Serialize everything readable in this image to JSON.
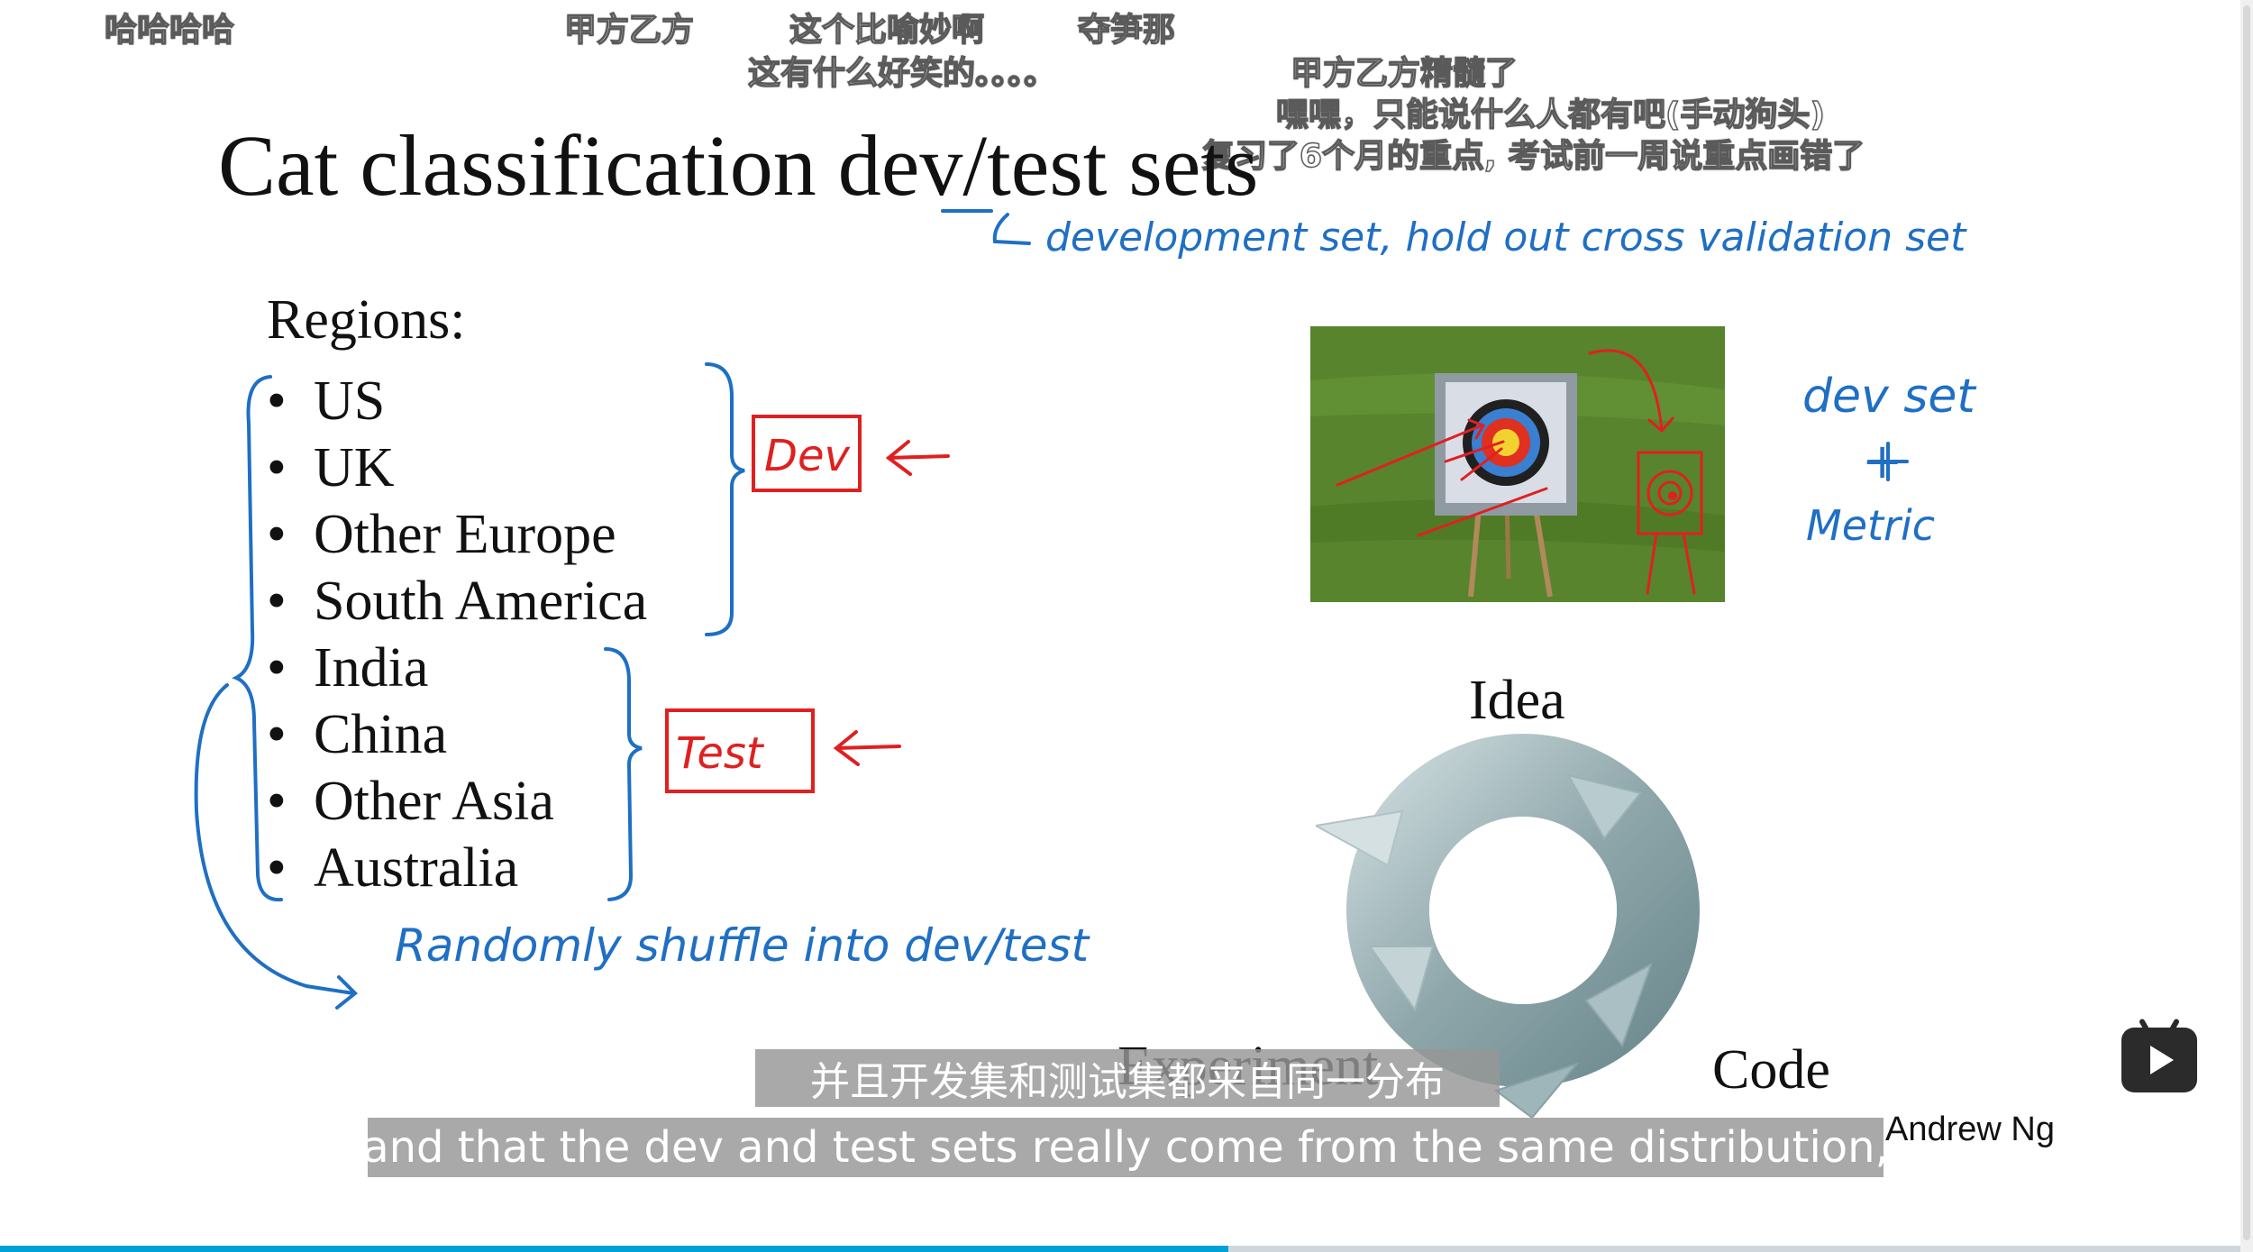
{
  "danmaku": [
    "哈哈哈哈",
    "甲方乙方",
    "这个比喻妙啊",
    "夺笋那",
    "这有什么好笑的。。。。",
    "甲方乙方精髓了",
    "嘿嘿，只能说什么人都有吧(手动狗头)",
    "复习了6个月的重点, 考试前一周说重点画错了"
  ],
  "slide": {
    "title": "Cat classification dev/test sets",
    "regions_heading": "Regions:",
    "regions": [
      "US",
      "UK",
      "Other Europe",
      "South America",
      "India",
      "China",
      "Other Asia",
      "Australia"
    ],
    "cycle": {
      "idea": "Idea",
      "code": "Code",
      "experiment": "Experiment"
    },
    "author": "Andrew Ng"
  },
  "annotations": {
    "dev_box": "Dev",
    "test_box": "Test",
    "dev_full": "development set, hold out cross validation set",
    "shuffle": "Randomly shuffle into dev/test",
    "devset": "dev set",
    "plus": "+",
    "metric": "Metric"
  },
  "subtitles": {
    "chinese": "并且开发集和测试集都来自同一分布",
    "english": "and that the dev and test sets really come from the same distribution,"
  },
  "player": {
    "progress": 0.545,
    "colors": {
      "progress": "#00a1d6",
      "pen_blue": "#1f6fc4",
      "pen_red": "#e02020"
    },
    "play_icon": "tv-play-icon"
  }
}
